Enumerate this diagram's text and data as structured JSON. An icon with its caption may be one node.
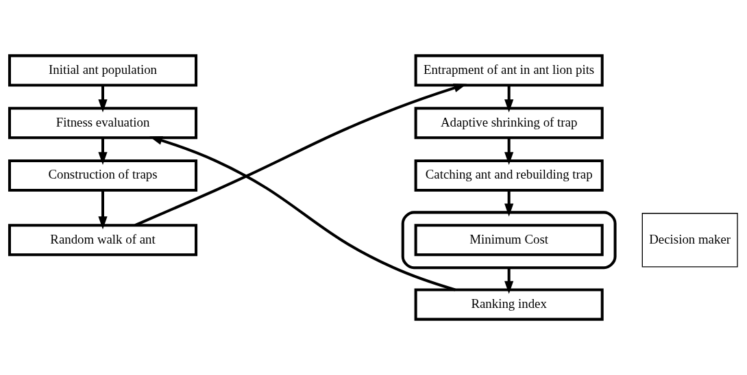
{
  "diagram": {
    "nodes": [
      {
        "text": [
          "Initial ant population"
        ]
      },
      {
        "text": [
          "Fitness evaluation"
        ]
      },
      {
        "text": [
          "Construction of traps"
        ]
      },
      {
        "text": [
          "Random walk of ant"
        ]
      },
      {
        "text": [
          "Entrapment of ant in ant lion pits"
        ]
      },
      {
        "text": [
          "Adaptive shrinking of trap"
        ]
      },
      {
        "text": [
          "Catching ant and rebuilding trap"
        ]
      },
      {
        "text": [],
        "shape": "box"
      },
      {
        "text": [
          "Minimum Cost"
        ],
        "in": 7
      },
      {
        "text": [
          "Decision maker"
        ]
      },
      {
        "text": [
          "Ranking index"
        ]
      }
    ],
    "edges": [
      {
        "from": 0,
        "to": 1,
        "arrow": "to"
      },
      {
        "from": 1,
        "to": 2,
        "arrow": "to"
      },
      {
        "from": 2,
        "to": 3,
        "arrow": "to"
      },
      {
        "from": 3,
        "to": 4,
        "arrow": "to"
      },
      {
        "from": 4,
        "to": 5,
        "arrow": "to"
      },
      {
        "from": 5,
        "to": 6,
        "arrow": "to"
      },
      {
        "from": 6,
        "to": 7,
        "arrow": "to"
      },
      {
        "from": 7,
        "to": 10,
        "arrow": "to"
      },
      {
        "from": 10,
        "to": 1,
        "arrow": "to"
      }
    ]
  }
}
